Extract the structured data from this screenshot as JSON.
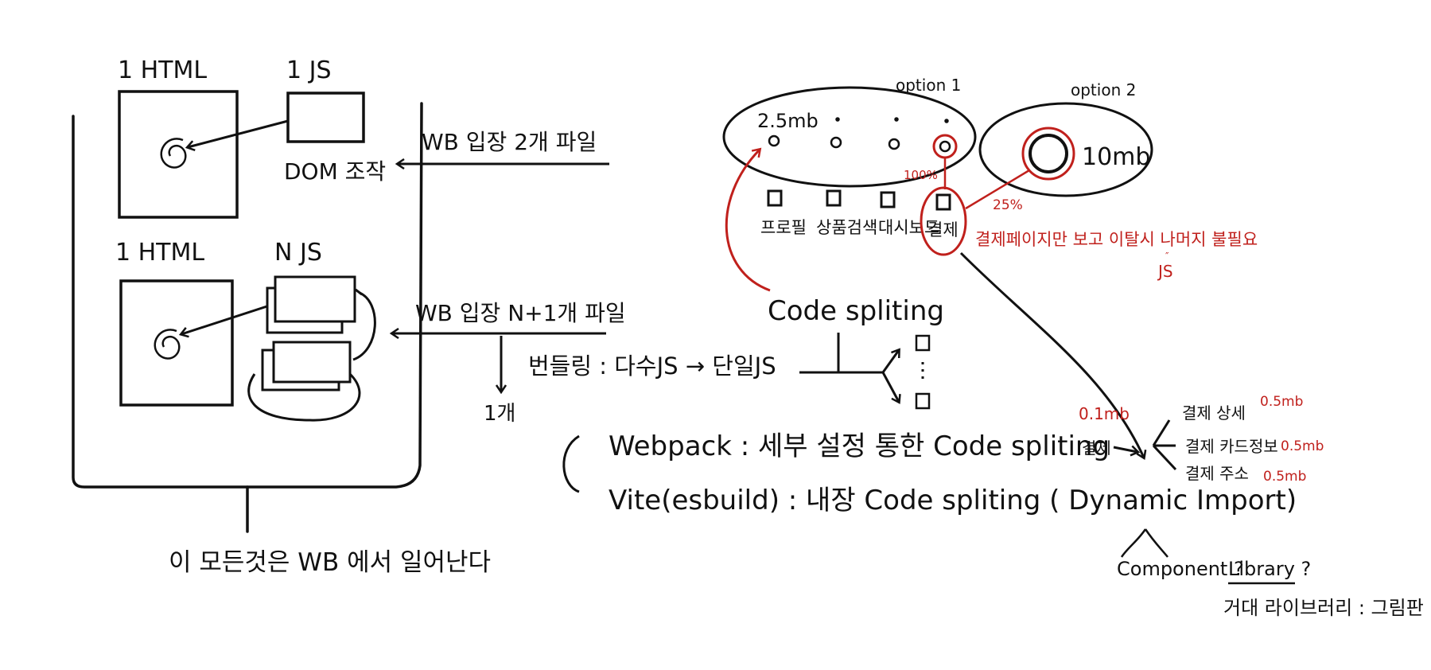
{
  "colors": {
    "ink": "#111111",
    "red": "#c0201c",
    "background": "#ffffff"
  },
  "left_panel": {
    "top_html_label": "1 HTML",
    "top_js_label": "1 JS",
    "dom_label": "DOM 조작",
    "bottom_html_label": "1 HTML",
    "bottom_js_label": "N JS",
    "footer_label": "이 모든것은 WB 에서 일어난다"
  },
  "middle": {
    "request_top": "WB 입장 2개 파일",
    "request_bottom": "WB 입장 N+1개 파일",
    "bundling": "번들링 : 다수JS → 단일JS",
    "one_file": "1개",
    "code_splitting": "Code spliting"
  },
  "tools": {
    "webpack": "Webpack : 세부 설정 통한 Code spliting",
    "vite": "Vite(esbuild) : 내장 Code spliting ( Dynamic Import)",
    "component": "Component ?",
    "library": "Library ?",
    "big_library": "거대 라이브러리 : 그림판"
  },
  "option1": {
    "title": "option 1",
    "size": "2.5mb",
    "percent": "100%",
    "pages": [
      "프로필",
      "상품검색",
      "대시보드",
      "결제"
    ]
  },
  "option2": {
    "title": "option 2",
    "size": "10mb",
    "percent": "25%"
  },
  "annotation": {
    "payment_note": "결제페이지만 보고 이탈시 나머지 불필요",
    "js_note": "JS"
  },
  "payment_split": {
    "source_label": "결제",
    "source_size": "0.1mb",
    "children": [
      {
        "label": "결제 상세",
        "size": "0.5mb"
      },
      {
        "label": "결제 카드정보",
        "size": "0.5mb"
      },
      {
        "label": "결제 주소",
        "size": "0.5mb"
      }
    ]
  }
}
